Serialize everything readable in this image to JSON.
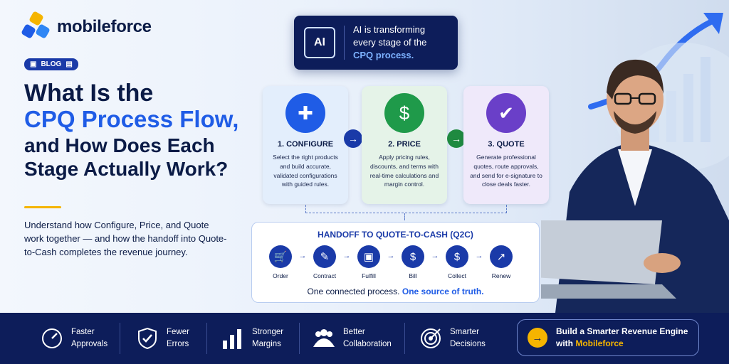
{
  "brand": {
    "name": "mobileforce",
    "colors": {
      "navy": "#0d1d5a",
      "blue": "#1f5ce6",
      "gold": "#f5b400"
    }
  },
  "badge": {
    "label": "BLOG"
  },
  "headline": {
    "line1": "What Is the",
    "line2": "CPQ Process Flow,",
    "line3": "and How Does Each",
    "line4": "Stage Actually Work?"
  },
  "subtitle": "Understand how Configure, Price, and Quote work together — and how the handoff into Quote-to-Cash completes the revenue journey.",
  "ai_callout": {
    "chip": "AI",
    "line1": "AI is transforming",
    "line2": "every stage of the",
    "highlight": "CPQ process."
  },
  "stages": [
    {
      "title": "1. CONFIGURE",
      "desc": "Select the right products and build accurate, validated configurations with guided rules.",
      "icon": "puzzle-icon",
      "color": "#1f5ce6"
    },
    {
      "title": "2. PRICE",
      "desc": "Apply pricing rules, discounts, and terms with real-time calculations and margin control.",
      "icon": "price-tag-icon",
      "color": "#1f9a4a"
    },
    {
      "title": "3. QUOTE",
      "desc": "Generate professional quotes, route approvals, and send for e-signature to close deals faster.",
      "icon": "document-check-icon",
      "color": "#6a3fc8"
    }
  ],
  "q2c": {
    "title": "HANDOFF TO QUOTE-TO-CASH (Q2C)",
    "steps": [
      "Order",
      "Contract",
      "Fulfill",
      "Bill",
      "Collect",
      "Renew"
    ],
    "footer_a": "One connected process.",
    "footer_b": "One source of truth."
  },
  "benefits": [
    {
      "line1": "Faster",
      "line2": "Approvals",
      "icon": "speedometer-icon"
    },
    {
      "line1": "Fewer",
      "line2": "Errors",
      "icon": "shield-check-icon"
    },
    {
      "line1": "Stronger",
      "line2": "Margins",
      "icon": "bar-chart-icon"
    },
    {
      "line1": "Better",
      "line2": "Collaboration",
      "icon": "team-icon"
    },
    {
      "line1": "Smarter",
      "line2": "Decisions",
      "icon": "target-icon"
    }
  ],
  "cta": {
    "line1": "Build a Smarter Revenue Engine",
    "line2a": "with",
    "line2b": "Mobileforce"
  }
}
